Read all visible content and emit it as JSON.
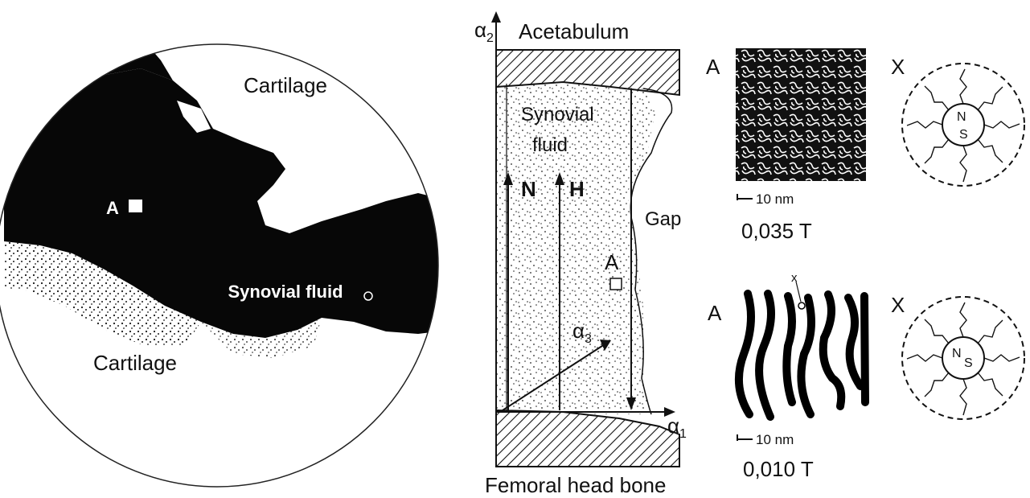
{
  "micrograph": {
    "label_cartilage_top": "Cartilage",
    "label_cartilage_bottom": "Cartilage",
    "label_synovial": "Synovial fluid",
    "label_A": "A"
  },
  "joint_schematic": {
    "label_acetabulum": "Acetabulum",
    "label_synovial_line1": "Synovial",
    "label_synovial_line2": "fluid",
    "label_gap": "Gap",
    "label_femoral": "Femoral head bone",
    "label_N": "N",
    "label_H": "H",
    "label_A": "A",
    "axis_alpha2": "α",
    "axis_alpha2_sub": "2",
    "axis_alpha1": "α",
    "axis_alpha1_sub": "1",
    "axis_alpha3": "α",
    "axis_alpha3_sub": "3"
  },
  "domains": [
    {
      "label_A": "A",
      "label_X": "X",
      "scale": "10 nm",
      "field": "0,035 T",
      "pole_N": "N",
      "pole_S": "S"
    },
    {
      "label_A": "A",
      "label_X": "X",
      "marker": "x",
      "scale": "10 nm",
      "field": "0,010 T",
      "pole_N": "N",
      "pole_S": "S"
    }
  ]
}
